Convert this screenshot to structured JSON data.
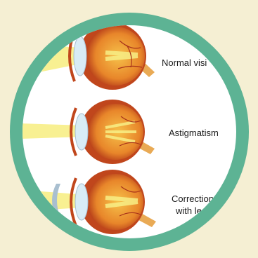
{
  "labels": {
    "normal": "Normal visi",
    "astigmatism": "Astigmatism",
    "correction_line1": "Correction",
    "correction_line2": "with le"
  },
  "colors": {
    "background": "#f5efd3",
    "ring": "#5db394",
    "disc": "#ffffff",
    "light_beam": "#f7ee86",
    "eye_outer": "#c0461c",
    "eye_inner": "#f0a533",
    "lens": "#d8ecf6",
    "corrective_lens": "#a9bfd0",
    "optic_nerve": "#e9aa55"
  }
}
